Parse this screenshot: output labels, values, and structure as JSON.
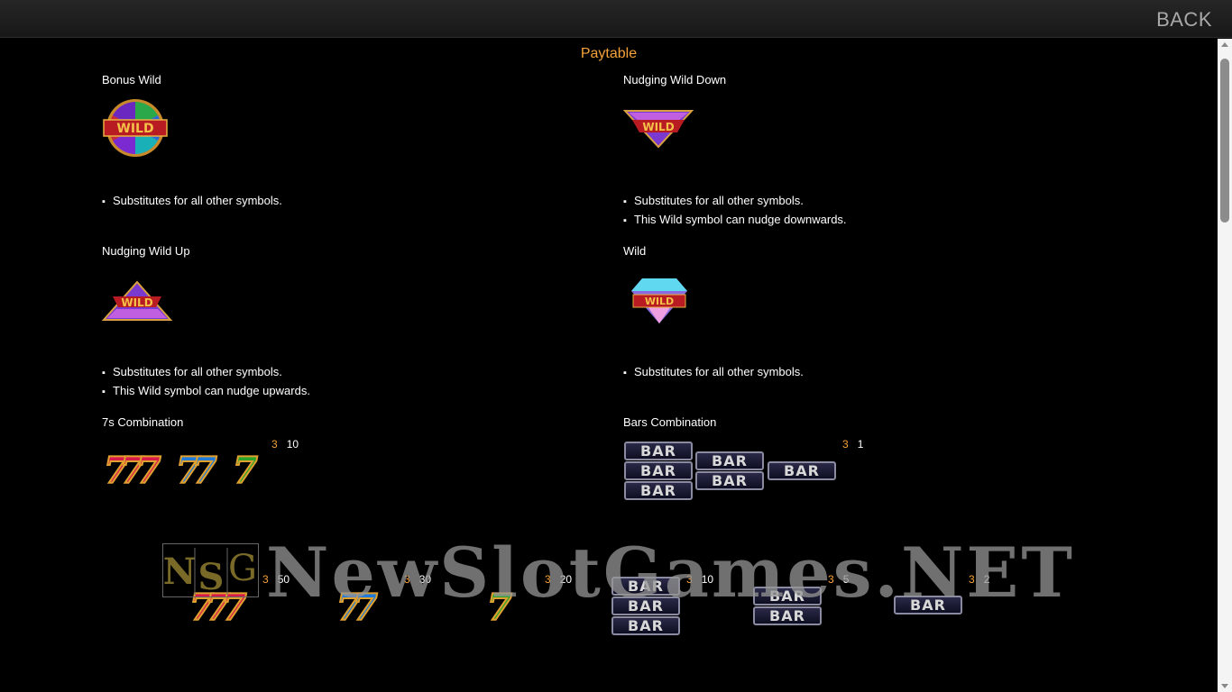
{
  "header": {
    "back_label": "BACK"
  },
  "paytable": {
    "title": "Paytable",
    "sections": [
      {
        "title": "Bonus Wild",
        "icon": "wheel-wild-icon",
        "bullets": [
          "Substitutes for all other symbols."
        ]
      },
      {
        "title": "Nudging Wild Down",
        "icon": "triangle-down-wild-icon",
        "bullets": [
          "Substitutes for all other symbols.",
          "This Wild symbol can nudge downwards."
        ]
      },
      {
        "title": "Nudging Wild Up",
        "icon": "triangle-up-wild-icon",
        "bullets": [
          "Substitutes for all other symbols.",
          "This Wild symbol can nudge upwards."
        ]
      },
      {
        "title": "Wild",
        "icon": "diamond-wild-icon",
        "bullets": [
          "Substitutes for all other symbols."
        ]
      }
    ],
    "combos": [
      {
        "title": "7s Combination",
        "count": "3",
        "value": "10"
      },
      {
        "title": "Bars Combination",
        "count": "3",
        "value": "1"
      }
    ],
    "symbol_pays": [
      {
        "symbol": "triple-red-seven",
        "count": "3",
        "value": "50"
      },
      {
        "symbol": "double-blue-seven",
        "count": "3",
        "value": "30"
      },
      {
        "symbol": "single-green-seven",
        "count": "3",
        "value": "20"
      },
      {
        "symbol": "triple-bar",
        "count": "3",
        "value": "10"
      },
      {
        "symbol": "double-bar",
        "count": "3",
        "value": "5"
      },
      {
        "symbol": "single-bar",
        "count": "3",
        "value": "2"
      }
    ],
    "bar_label": "BAR",
    "seven_glyph": "7"
  },
  "watermark": {
    "logo": "NSG",
    "text": "NewSlotGames.NET"
  },
  "colors": {
    "accent": "#f5a238",
    "background": "#000000",
    "back_text": "#a8a8a8"
  }
}
